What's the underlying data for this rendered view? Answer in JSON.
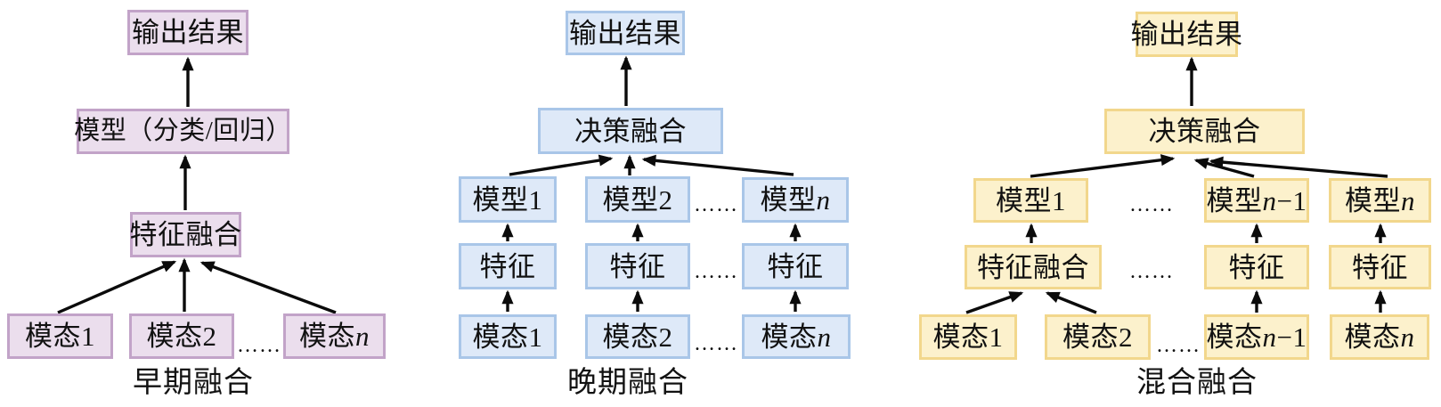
{
  "colors": {
    "early_fill": "#EBDEED",
    "early_border": "#C2A3C8",
    "late_fill": "#DEE9F8",
    "late_border": "#A9C6E8",
    "hybrid_fill": "#FCF1CC",
    "hybrid_border": "#F2D78C",
    "arrow": "#0b0b0b"
  },
  "early": {
    "caption": "早期融合",
    "output": {
      "pre": "输出结果"
    },
    "model": {
      "pre": "模型（分类/回归）"
    },
    "feature_fusion": {
      "pre": "特征融合"
    },
    "modality1": {
      "pre": "模态1"
    },
    "modality2": {
      "pre": "模态2"
    },
    "modalityn": {
      "pre": "模态",
      "it": "n"
    },
    "dots": "……"
  },
  "late": {
    "caption": "晚期融合",
    "output": {
      "pre": "输出结果"
    },
    "decision_fusion": {
      "pre": "决策融合"
    },
    "model1": {
      "pre": "模型1"
    },
    "model2": {
      "pre": "模型2"
    },
    "modeln": {
      "pre": "模型",
      "it": "n"
    },
    "feature1": {
      "pre": "特征"
    },
    "feature2": {
      "pre": "特征"
    },
    "featuren": {
      "pre": "特征"
    },
    "modality1": {
      "pre": "模态1"
    },
    "modality2": {
      "pre": "模态2"
    },
    "modalityn": {
      "pre": "模态",
      "it": "n"
    },
    "dots_models": "……",
    "dots_features": "……",
    "dots_modalities": "……"
  },
  "hybrid": {
    "caption": "混合融合",
    "output": {
      "pre": "输出结果"
    },
    "decision_fusion": {
      "pre": "决策融合"
    },
    "model1": {
      "pre": "模型1"
    },
    "modeln1": {
      "pre": "模型",
      "it": "n",
      "post": "−1"
    },
    "modeln": {
      "pre": "模型",
      "it": "n"
    },
    "feature_fusion": {
      "pre": "特征融合"
    },
    "featuren1": {
      "pre": "特征"
    },
    "featuren": {
      "pre": "特征"
    },
    "modality1": {
      "pre": "模态1"
    },
    "modality2": {
      "pre": "模态2"
    },
    "modalityn1": {
      "pre": "模态",
      "it": "n",
      "post": "−1"
    },
    "modalityn": {
      "pre": "模态",
      "it": "n"
    },
    "dots_models": "……",
    "dots_features": "……",
    "dots_modalities": "……"
  }
}
